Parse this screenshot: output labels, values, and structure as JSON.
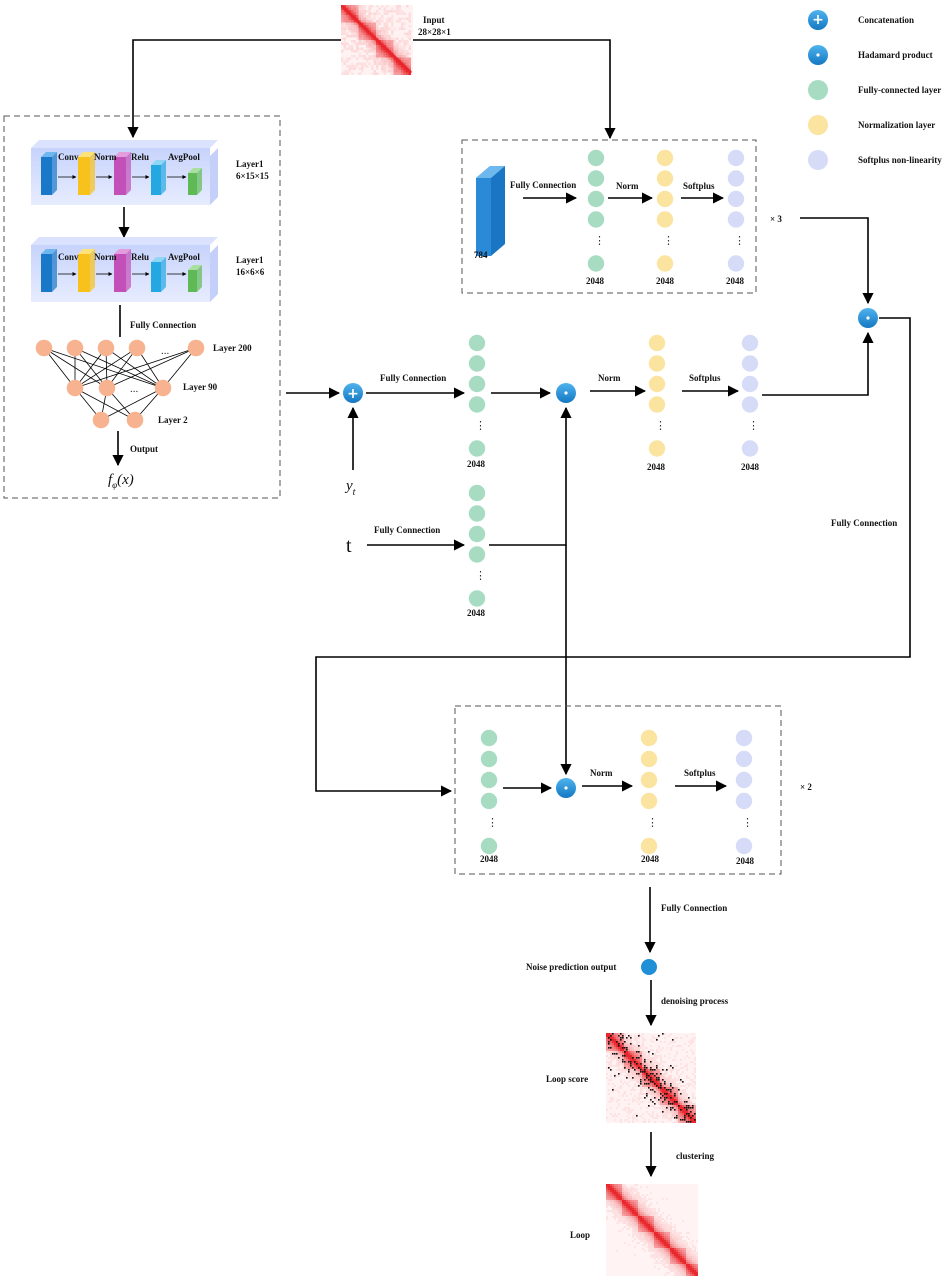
{
  "colors": {
    "fc": "#a7dcc3",
    "norm": "#fbe3a0",
    "softplus": "#d6dcf7",
    "op": "#1f8fd6",
    "peach": "#f7b38f",
    "heat": "#e8262b"
  },
  "legend": {
    "concat": "Concatenation",
    "hadamard": "Hadamard product",
    "fc": "Fully-connected layer",
    "norm": "Normalization layer",
    "softplus": "Softplus non-linearity"
  },
  "input": {
    "label": "Input",
    "dims": "28×28×1"
  },
  "cnn": {
    "layer1": {
      "name": "Layer1",
      "dims": "6×15×15"
    },
    "layer2": {
      "name": "Layer1",
      "dims": "16×6×6"
    },
    "conv": "Conv",
    "norm": "Norm",
    "relu": "Relu",
    "avgpool": "AvgPool",
    "fc": "Fully Connection",
    "layer200": "Layer  200",
    "layer90": "Layer  90",
    "layer2_out": "Layer  2",
    "output": "Output",
    "func": "f",
    "func_sub": "φ",
    "func_arg": "(x)",
    "ellipsis": "..."
  },
  "top_block": {
    "input_size": "784",
    "fc": "Fully Connection",
    "norm": "Norm",
    "softplus": "Softplus",
    "size": "2048",
    "repeat": "×  3"
  },
  "mid_block": {
    "fc": "Fully Connection",
    "norm": "Norm",
    "softplus": "Softplus",
    "size": "2048",
    "yt": "y",
    "yt_sub": "t",
    "t": "t",
    "t_fc": "Fully Connection"
  },
  "right_fc": "Fully Connection",
  "bottom_block": {
    "norm": "Norm",
    "softplus": "Softplus",
    "size": "2048",
    "repeat": "×  2"
  },
  "final": {
    "fc": "Fully Connection",
    "noise": "Noise prediction output",
    "denoise": "denoising process",
    "loop_score": "Loop score",
    "clustering": "clustering",
    "loop": "Loop"
  },
  "vdots": "⋮"
}
